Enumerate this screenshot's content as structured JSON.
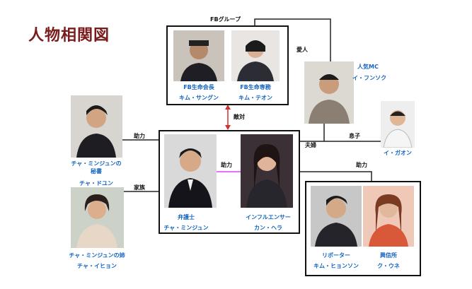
{
  "title": "人物相関図",
  "groups": {
    "fb_group": "FBグループ"
  },
  "relations": {
    "lover": "愛人",
    "rivals": "敵対",
    "aide_left": "助力",
    "aide_center": "助力",
    "aide_right": "助力",
    "family": "家族",
    "couple": "夫婦",
    "son": "息子"
  },
  "people": {
    "fb_chairman": {
      "role": "FB生命会長",
      "name": "キム・サングン"
    },
    "fb_director": {
      "role": "FB生命専務",
      "name": "キム・テオン"
    },
    "mc": {
      "role": "人気MC",
      "name": "イ・フンソク"
    },
    "son": {
      "name": "イ・ガオン"
    },
    "secretary": {
      "role": "チャ・ミンジュンの\n秘書",
      "name": "チャ・ドユン"
    },
    "sister": {
      "role": "チャ・ミンジュンの姉",
      "name": "チャ・イヒョン"
    },
    "lawyer": {
      "role": "弁護士",
      "name": "チャ・ミンジュン"
    },
    "influencer": {
      "role": "インフルエンサー",
      "name": "カン・ヘラ"
    },
    "reporter": {
      "role": "リポーター",
      "name": "キム・ヒョンソン"
    },
    "detective": {
      "role": "興信所",
      "name": "ク・ウネ"
    }
  },
  "colors": {
    "title": "#7a1c1c",
    "caption": "#1565c0",
    "rival_arrow": "#d32f2f",
    "aide_line": "#e040fb"
  }
}
